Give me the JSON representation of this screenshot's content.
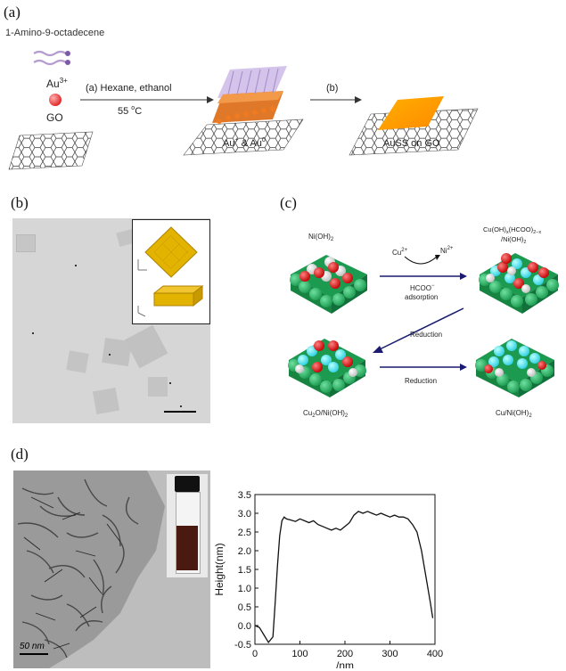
{
  "panel_a": {
    "label": "(a)",
    "molecule": "1-Amino-9-octadecene",
    "au_ion": "Au",
    "au_charge": "3+",
    "go": "GO",
    "step_a": "(a) Hexane, ethanol",
    "temperature": "55 ",
    "temp_unit": "C",
    "temp_deg": "o",
    "au_mix_1": "Au",
    "au_mix_1_sup": "+",
    "au_mix_amp": " & ",
    "au_mix_2": "Au",
    "au_mix_2_sup": "0",
    "step_b": "(b)",
    "product": "AuSS on GO"
  },
  "panel_b": {
    "label": "(b)"
  },
  "panel_c": {
    "label": "(c)",
    "nioh2": "Ni(OH)",
    "nioh2_sub": "2",
    "cu_ion": "Cu",
    "cu_charge": "2+",
    "ni_ion": "Ni",
    "ni_charge": "2+",
    "hcoo": "HCOO",
    "hcoo_charge": "−",
    "adsorption": "adsorption",
    "top_right_1": "Cu(OH)",
    "top_right_x": "x",
    "top_right_2": "(HCOO)",
    "top_right_2x": "2−x",
    "top_right_3": "/Ni(OH)",
    "top_right_3s": "2",
    "reduction_1": "Reduction",
    "reduction_2": "Reduction",
    "bl_1": "Cu",
    "bl_1s": "2",
    "bl_2": "O/Ni(OH)",
    "bl_2s": "2",
    "br_1": "Cu/Ni(OH)",
    "br_1s": "2"
  },
  "panel_d": {
    "label": "(d)",
    "scale_bar": "50 nm"
  },
  "chart_data": {
    "type": "line",
    "xlabel": "/nm",
    "ylabel": "Height(nm)",
    "xlim": [
      0,
      400
    ],
    "ylim": [
      -0.5,
      3.5
    ],
    "xticks": [
      0,
      100,
      200,
      300,
      400
    ],
    "yticks": [
      -0.5,
      0.0,
      0.5,
      1.0,
      1.5,
      2.0,
      2.5,
      3.0,
      3.5
    ],
    "ytick_labels": [
      "-0.5",
      "0.0",
      "0.5",
      "1.0",
      "1.5",
      "2.0",
      "2.5",
      "3.0",
      "3.5"
    ],
    "x": [
      0,
      10,
      20,
      30,
      40,
      45,
      50,
      55,
      60,
      65,
      70,
      80,
      90,
      100,
      110,
      120,
      130,
      140,
      150,
      160,
      170,
      180,
      190,
      200,
      210,
      220,
      230,
      240,
      250,
      260,
      270,
      280,
      290,
      300,
      310,
      320,
      330,
      340,
      350,
      360,
      370,
      380,
      390,
      395
    ],
    "y": [
      0.0,
      -0.05,
      -0.25,
      -0.45,
      -0.3,
      0.6,
      1.6,
      2.4,
      2.8,
      2.9,
      2.85,
      2.82,
      2.78,
      2.85,
      2.8,
      2.75,
      2.8,
      2.7,
      2.65,
      2.6,
      2.55,
      2.6,
      2.55,
      2.65,
      2.75,
      2.95,
      3.05,
      3.0,
      3.05,
      3.0,
      2.95,
      3.0,
      2.95,
      2.9,
      2.95,
      2.9,
      2.9,
      2.85,
      2.7,
      2.5,
      2.0,
      1.3,
      0.6,
      0.2
    ]
  }
}
